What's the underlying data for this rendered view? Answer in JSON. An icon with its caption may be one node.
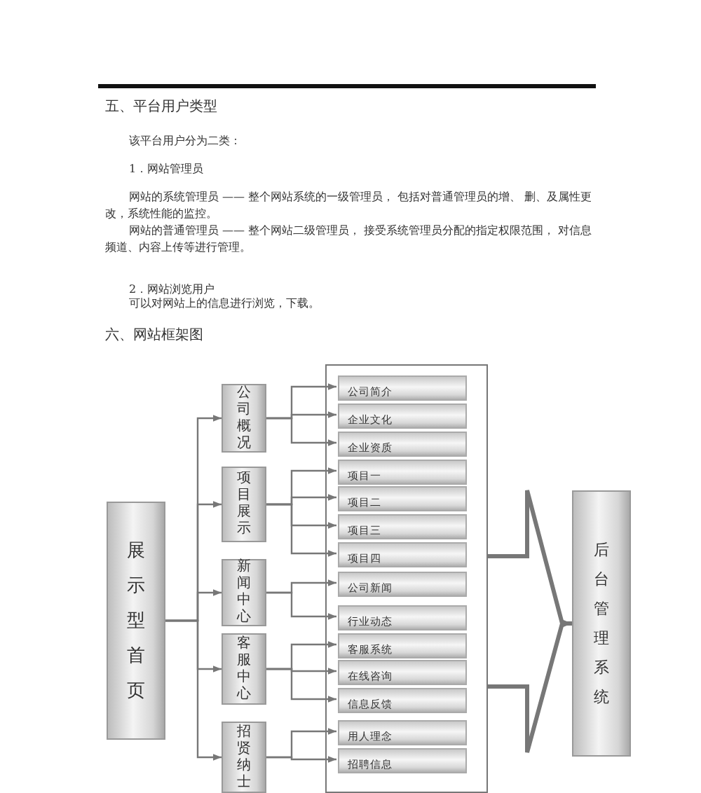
{
  "diagram": {
    "title": "六、网站框架图",
    "nodes": [
      {
        "text": [
          "展示型首页"
        ]
      },
      {
        "text": [
          "公司概况"
        ]
      },
      {
        "text": [
          "项目展示"
        ]
      },
      {
        "text": [
          "新闻中心"
        ]
      },
      {
        "text": [
          "客服中心"
        ]
      },
      {
        "text": [
          "招贤纳士"
        ]
      },
      {
        "text": [],
        "shape": "box"
      },
      {
        "text": [
          "公司简介"
        ],
        "in": 6
      },
      {
        "text": [
          "企业文化"
        ],
        "in": 6
      },
      {
        "text": [
          "企业资质"
        ],
        "in": 6
      },
      {
        "text": [
          "项目一"
        ],
        "in": 6
      },
      {
        "text": [
          "项目二"
        ],
        "in": 6
      },
      {
        "text": [
          "项目三"
        ],
        "in": 6
      },
      {
        "text": [
          "项目四"
        ],
        "in": 6
      },
      {
        "text": [
          "公司新闻"
        ],
        "in": 6
      },
      {
        "text": [
          "行业动态"
        ],
        "in": 6
      },
      {
        "text": [
          "客服系统"
        ],
        "in": 6
      },
      {
        "text": [
          "在线咨询"
        ],
        "in": 6
      },
      {
        "text": [
          "信息反馈"
        ],
        "in": 6
      },
      {
        "text": [
          "用人理念"
        ],
        "in": 6
      },
      {
        "text": [
          "招聘信息"
        ],
        "in": 6
      },
      {
        "text": [
          "后台管理系统"
        ]
      }
    ],
    "edges": [
      {
        "from": 0,
        "to": 1,
        "arrow": "to"
      },
      {
        "from": 0,
        "to": 2,
        "arrow": "to"
      },
      {
        "from": 0,
        "to": 3,
        "arrow": "to"
      },
      {
        "from": 0,
        "to": 4,
        "arrow": "to"
      },
      {
        "from": 0,
        "to": 5,
        "arrow": "to"
      },
      {
        "from": 1,
        "to": 7,
        "arrow": "to"
      },
      {
        "from": 1,
        "to": 8,
        "arrow": "to"
      },
      {
        "from": 1,
        "to": 9,
        "arrow": "to"
      },
      {
        "from": 2,
        "to": 10,
        "arrow": "to"
      },
      {
        "from": 2,
        "to": 11,
        "arrow": "to"
      },
      {
        "from": 2,
        "to": 12,
        "arrow": "to"
      },
      {
        "from": 2,
        "to": 13,
        "arrow": "to"
      },
      {
        "from": 3,
        "to": 14,
        "arrow": "to"
      },
      {
        "from": 3,
        "to": 15,
        "arrow": "to"
      },
      {
        "from": 4,
        "to": 16,
        "arrow": "to"
      },
      {
        "from": 4,
        "to": 17,
        "arrow": "to"
      },
      {
        "from": 4,
        "to": 18,
        "arrow": "to"
      },
      {
        "from": 5,
        "to": 19,
        "arrow": "to"
      },
      {
        "from": 5,
        "to": 20,
        "arrow": "to"
      },
      {
        "from": 6,
        "to": 21,
        "arrow": "to",
        "style": "thick"
      }
    ],
    "labels": [
      "五、平台用户类型",
      "该平台用户分为二类：",
      "1．网站管理员",
      "网站的系统管理员 —— 整个网站系统的一级管理员， 包括对普通管理员的增、 删、及属性更改，系统性能的监控。",
      "网站的普通管理员 —— 整个网站二级管理员， 接受系统管理员分配的指定权限范围， 对信息频道、内容上传等进行管理。",
      "2．网站浏览用户",
      "可以对网站上的信息进行浏览，下载。"
    ]
  }
}
